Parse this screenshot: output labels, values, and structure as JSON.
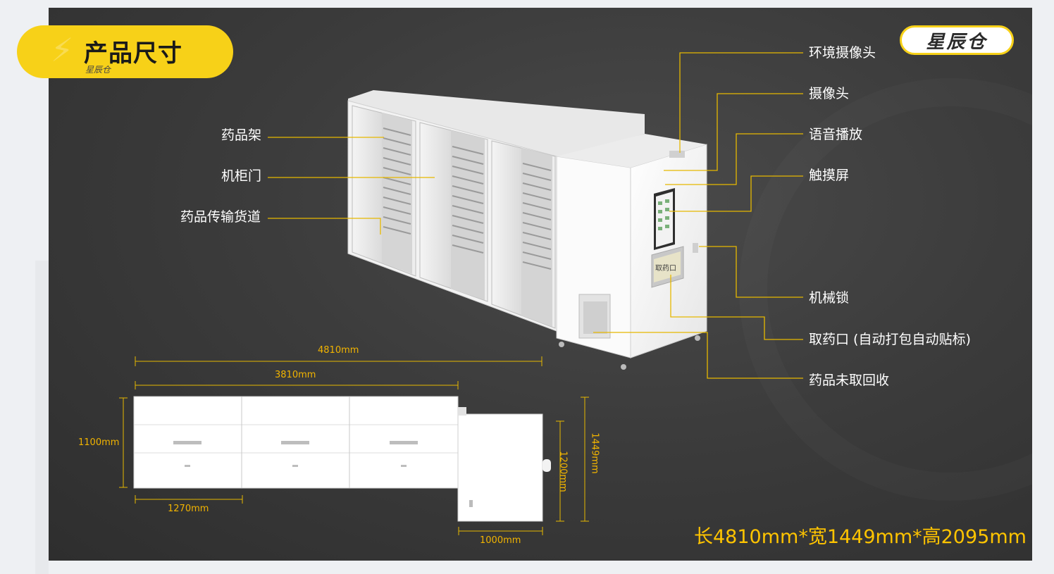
{
  "header": {
    "title": "产品尺寸",
    "subtitle": "星辰仓",
    "brand": "星辰仓"
  },
  "callouts_left": [
    {
      "label": "药品架"
    },
    {
      "label": "机柜门"
    },
    {
      "label": "药品传输货道"
    }
  ],
  "callouts_right": [
    {
      "label": "环境摄像头"
    },
    {
      "label": "摄像头"
    },
    {
      "label": "语音播放"
    },
    {
      "label": "触摸屏"
    },
    {
      "label": "机械锁"
    },
    {
      "label": "取药口 (自动打包自动贴标)"
    },
    {
      "label": "药品未取回收"
    }
  ],
  "machine": {
    "pickup_window_label": "取药口"
  },
  "dimensions": {
    "total_length": "4810mm",
    "cabinet_length": "3810mm",
    "cabinet_depth": "1100mm",
    "module_width": "1270mm",
    "dispenser_width": "1000mm",
    "dispenser_depth": "1200mm",
    "overall_depth": "1449mm"
  },
  "spec_line": "长4810mm*宽1449mm*高2095mm",
  "colors": {
    "accent_yellow": "#f7d118",
    "callout_line": "#e6b800",
    "dimension_text": "#f2b400",
    "background": "#3a3a3a"
  }
}
